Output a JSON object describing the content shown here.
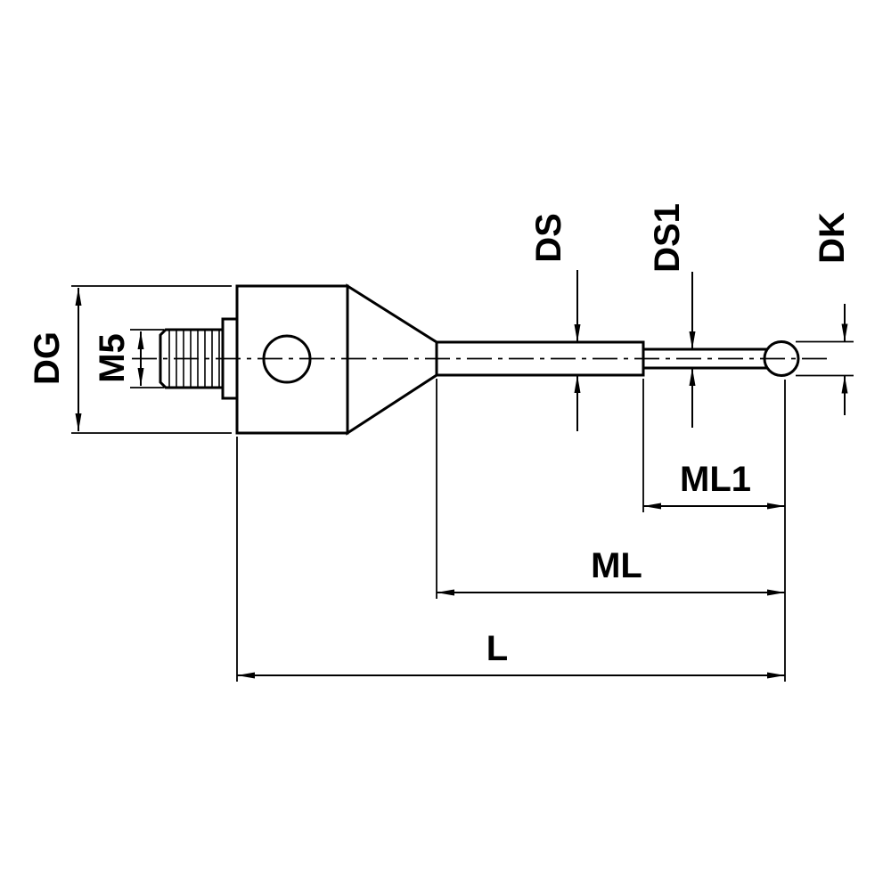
{
  "drawing": {
    "labels": {
      "dg": "DG",
      "m5": "M5",
      "ds": "DS",
      "ds1": "DS1",
      "dk": "DK",
      "ml1": "ML1",
      "ml": "ML",
      "l": "L"
    },
    "colors": {
      "line": "#000000",
      "background": "#ffffff"
    }
  }
}
